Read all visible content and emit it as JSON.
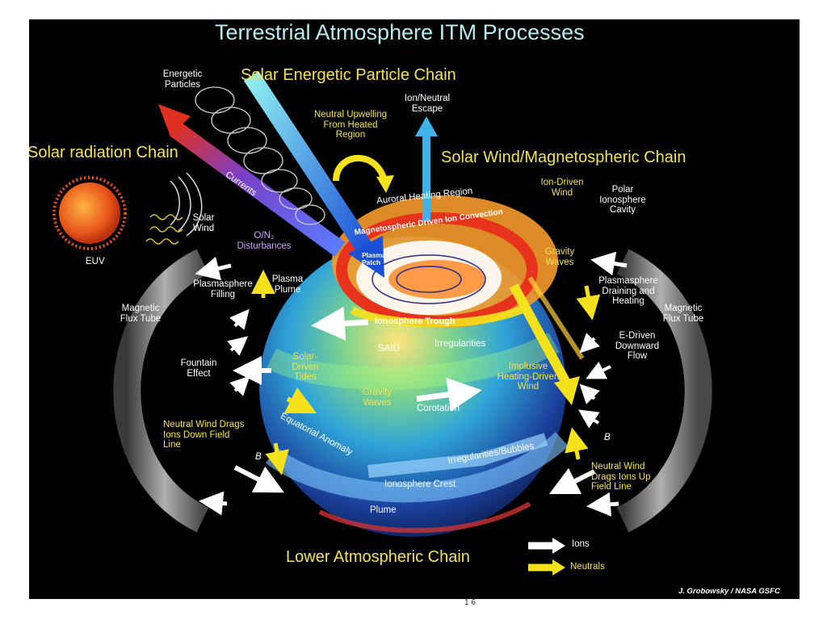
{
  "title": "Terrestrial Atmosphere ITM Processes",
  "chains": {
    "solar_energetic_particle": "Solar Energetic Particle Chain",
    "solar_radiation": "Solar radiation Chain",
    "solar_wind_magnetospheric": "Solar Wind/Magnetospheric Chain",
    "lower_atmospheric": "Lower Atmospheric Chain"
  },
  "labels": {
    "energetic_particles": "Energetic Particles",
    "ion_neutral_escape": "Ion/Neutral Escape",
    "neutral_upwelling": "Neutral Upwelling From Heated Region",
    "currents": "Currents",
    "solar_wind": "Solar Wind",
    "euv": "EUV",
    "o_n2_disturbances": "O/N₂ Disturbances",
    "auroral_heating_region": "Auroral Heating Region",
    "magnetospheric_ion_convection": "Magnetospheric Driven Ion Convection",
    "ion_driven_wind": "Ion-Driven Wind",
    "polar_ionosphere_cavity": "Polar Ionosphere Cavity",
    "plasma_patch": "Plasma Patch",
    "gravity_waves_top": "Gravity Waves",
    "plasmasphere_filling": "Plasmasphere Filling",
    "plasma_plume": "Plasma Plume",
    "ionosphere_trough": "Ionosphere Trough",
    "plasmasphere_draining": "Plasmasphere Draining and Heating",
    "magnetic_flux_tube_left": "Magnetic Flux Tube",
    "magnetic_flux_tube_right": "Magnetic Flux Tube",
    "said": "SAID",
    "irregularities": "Irregularities",
    "fountain_effect": "Fountain Effect",
    "solar_driven_tides": "Solar-Driven Tides",
    "e_driven_flow": "E-Driven Downward Flow",
    "impulsive_heating": "Implusive Heating-Driven Wind",
    "gravity_waves_mid": "Gravity Waves",
    "corotation": "Corotation",
    "neutral_wind_down": "Neutral Wind Drags Ions Down Field Line",
    "b_left": "B",
    "b_right": "B",
    "equatorial_anomaly": "Equatorial Anomaly",
    "irregularities_bubbles": "Irregularities/Bubbles",
    "ionosphere_crest": "Ionosphere Crest",
    "neutral_wind_up": "Neutral Wind Drags Ions Up Field Line",
    "plume": "Plume"
  },
  "legend": {
    "ions": "Ions",
    "neutrals": "Neutrals"
  },
  "credit": "J. Grobowsky / NASA GSFC",
  "below_fragment": "1 6"
}
